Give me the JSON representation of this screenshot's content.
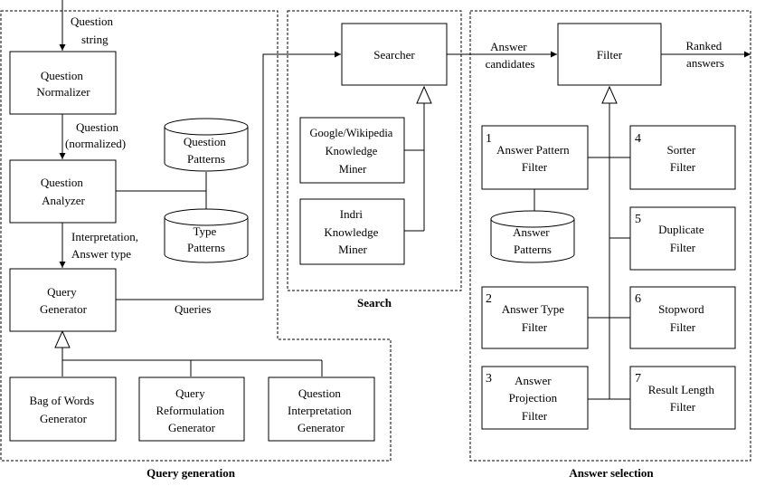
{
  "sections": {
    "query_generation": "Query generation",
    "search": "Search",
    "answer_selection": "Answer selection"
  },
  "edges": {
    "question_string": [
      "Question",
      "string"
    ],
    "question_normalized": [
      "Question",
      "(normalized)"
    ],
    "interpretation": [
      "Interpretation,",
      "Answer type"
    ],
    "queries": "Queries",
    "answer_candidates": [
      "Answer",
      "candidates"
    ],
    "ranked_answers": [
      "Ranked",
      "answers"
    ]
  },
  "boxes": {
    "question_normalizer": [
      "Question",
      "Normalizer"
    ],
    "question_analyzer": [
      "Question",
      "Analyzer"
    ],
    "query_generator": [
      "Query",
      "Generator"
    ],
    "bag_of_words": [
      "Bag of Words",
      "Generator"
    ],
    "query_reformulation": [
      "Query",
      "Reformulation",
      "Generator"
    ],
    "question_interpretation": [
      "Question",
      "Interpretation",
      "Generator"
    ],
    "searcher": "Searcher",
    "google_miner": [
      "Google/Wikipedia",
      "Knowledge",
      "Miner"
    ],
    "indri_miner": [
      "Indri",
      "Knowledge",
      "Miner"
    ],
    "filter": "Filter",
    "answer_pattern_filter": {
      "num": "1",
      "lines": [
        "Answer Pattern",
        "Filter"
      ]
    },
    "answer_type_filter": {
      "num": "2",
      "lines": [
        "Answer Type",
        "Filter"
      ]
    },
    "answer_projection_filter": {
      "num": "3",
      "lines": [
        "Answer",
        "Projection",
        "Filter"
      ]
    },
    "sorter_filter": {
      "num": "4",
      "lines": [
        "Sorter",
        "Filter"
      ]
    },
    "duplicate_filter": {
      "num": "5",
      "lines": [
        "Duplicate",
        "Filter"
      ]
    },
    "stopword_filter": {
      "num": "6",
      "lines": [
        "Stopword",
        "Filter"
      ]
    },
    "result_length_filter": {
      "num": "7",
      "lines": [
        "Result Length",
        "Filter"
      ]
    }
  },
  "databases": {
    "question_patterns": [
      "Question",
      "Patterns"
    ],
    "type_patterns": [
      "Type",
      "Patterns"
    ],
    "answer_patterns": [
      "Answer",
      "Patterns"
    ]
  }
}
